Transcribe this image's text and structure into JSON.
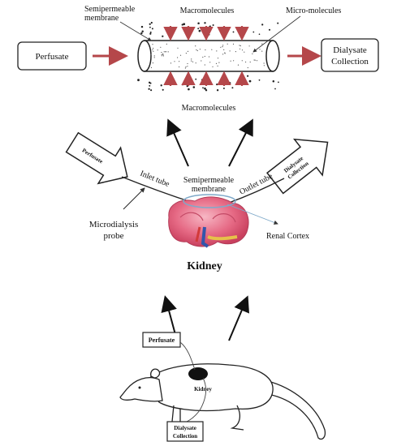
{
  "top_panel": {
    "perfusate": "Perfusate",
    "dialysate_line1": "Dialysate",
    "dialysate_line2": "Collection",
    "semipermeable_line1": "Semipermeable",
    "semipermeable_line2": "membrane",
    "macromolecules_top": "Macromolecules",
    "micro_molecules": "Micro-molecules",
    "macromolecules_bottom": "Macromolecules"
  },
  "middle_panel": {
    "perfusate": "Perfusate",
    "inlet_tube": "Inlet tube",
    "semipermeable_line1": "Semipermeable",
    "semipermeable_line2": "membrane",
    "outlet_tube": "Outlet tube",
    "dialysate_line1": "Dialysate",
    "dialysate_line2": "Collection",
    "probe_line1": "Microdialysis",
    "probe_line2": "probe",
    "renal_cortex": "Renal Cortex",
    "kidney_title": "Kidney"
  },
  "bottom_panel": {
    "perfusate": "Perfusate",
    "kidney": "Kidney",
    "dialysate_line1": "Dialysate",
    "dialysate_line2": "Collection"
  },
  "colors": {
    "arrow_red": "#b5474a",
    "kidney_red": "#e0607a",
    "kidney_light": "#f3a6b6",
    "cortex_blue": "#7fa9c9",
    "vessel_blue": "#3355aa",
    "ureter_yellow": "#e6c14a"
  }
}
